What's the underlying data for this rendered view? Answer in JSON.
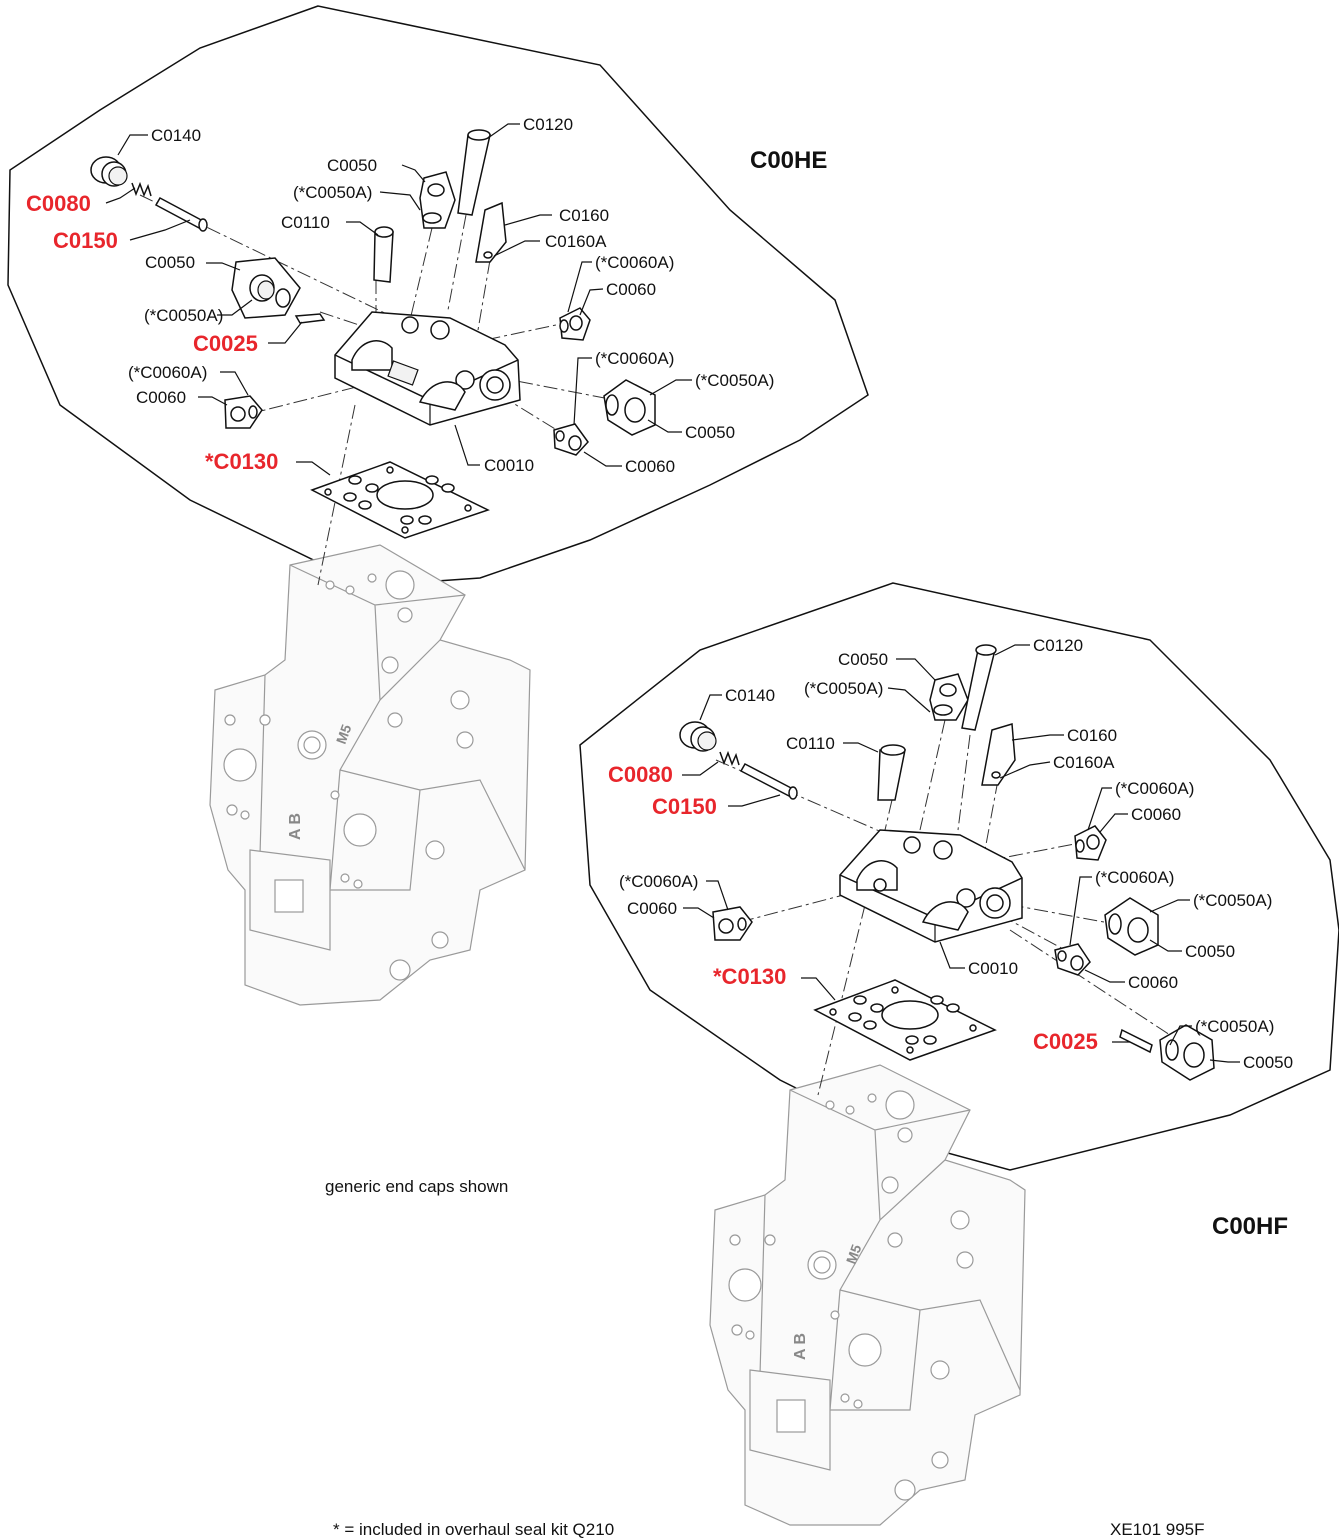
{
  "titles": {
    "top": "C00HE",
    "bottom": "C00HF"
  },
  "notes": {
    "generic": "generic end caps shown",
    "kit": "* = included in overhaul seal kit Q210",
    "ref": "XE101 995F"
  },
  "top_callouts": {
    "c0140": "C0140",
    "c0080": "C0080",
    "c0150": "C0150",
    "c0050a": "C0050",
    "c0050a_o": "(*C0050A)",
    "c0120": "C0120",
    "c0110": "C0110",
    "c0160": "C0160",
    "c0160a": "C0160A",
    "c0050b": "C0050",
    "c0050b_o": "(*C0050A)",
    "c0025": "C0025",
    "c0060a_o": "(*C0060A)",
    "c0060a": "C0060",
    "c0060b_o": "(*C0060A)",
    "c0060b": "C0060",
    "c0060c_o": "(*C0060A)",
    "c0050c_o": "(*C0050A)",
    "c0050c": "C0050",
    "c0060c": "C0060",
    "c0010": "C0010",
    "c0130": "*C0130"
  },
  "bottom_callouts": {
    "c0050a": "C0050",
    "c0050a_o": "(*C0050A)",
    "c0120": "C0120",
    "c0140": "C0140",
    "c0110": "C0110",
    "c0160": "C0160",
    "c0160a": "C0160A",
    "c0080": "C0080",
    "c0150": "C0150",
    "c0060a_o": "(*C0060A)",
    "c0060a": "C0060",
    "c0060b_o": "(*C0060A)",
    "c0060b": "C0060",
    "c0060c_o": "(*C0060A)",
    "c0050b_o": "(*C0050A)",
    "c0050b": "C0050",
    "c0010": "C0010",
    "c0060c": "C0060",
    "c0130": "*C0130",
    "c0050c_o": "(*C0050A)",
    "c0025": "C0025",
    "c0050c": "C0050"
  },
  "manifold_marks": {
    "m5": "M5",
    "ab": "A B"
  },
  "colors": {
    "highlight": "#e8262c",
    "ink": "#111111",
    "manifold": "#9a9a9a"
  }
}
